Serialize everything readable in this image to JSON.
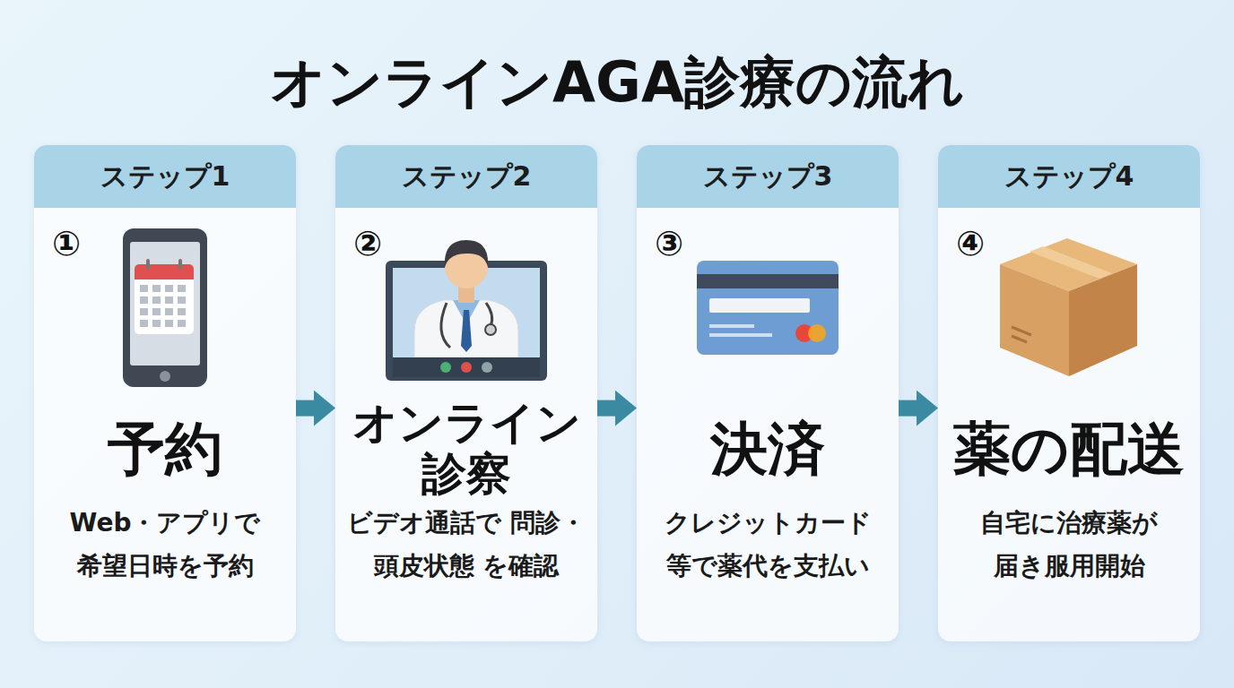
{
  "diagram": {
    "title": "オンラインAGA診療の流れ",
    "nodes": [
      {
        "text": [
          "①",
          "予約",
          "Web・アプリで 希望日時を予約"
        ]
      },
      {
        "text": [
          "ステップ1"
        ],
        "in": 0
      },
      {
        "text": [
          "②",
          "オンライン 診察",
          "ビデオ通話で 問診・頭皮状態 を確認"
        ]
      },
      {
        "text": [
          "ステップ2"
        ],
        "in": 2
      },
      {
        "text": [
          "③",
          "決済",
          "クレジットカード 等で薬代を支払い"
        ]
      },
      {
        "text": [
          "ステップ3"
        ],
        "in": 4
      },
      {
        "text": [
          "④",
          "薬の配送",
          "自宅に治療薬が 届き服用開始"
        ]
      },
      {
        "text": [
          "ステップ4"
        ],
        "in": 6
      }
    ],
    "edges": [
      {
        "from": 0,
        "to": 2,
        "arrow": "to"
      },
      {
        "from": 2,
        "to": 4,
        "arrow": "to"
      },
      {
        "from": 4,
        "to": 6,
        "arrow": "to"
      }
    ]
  }
}
